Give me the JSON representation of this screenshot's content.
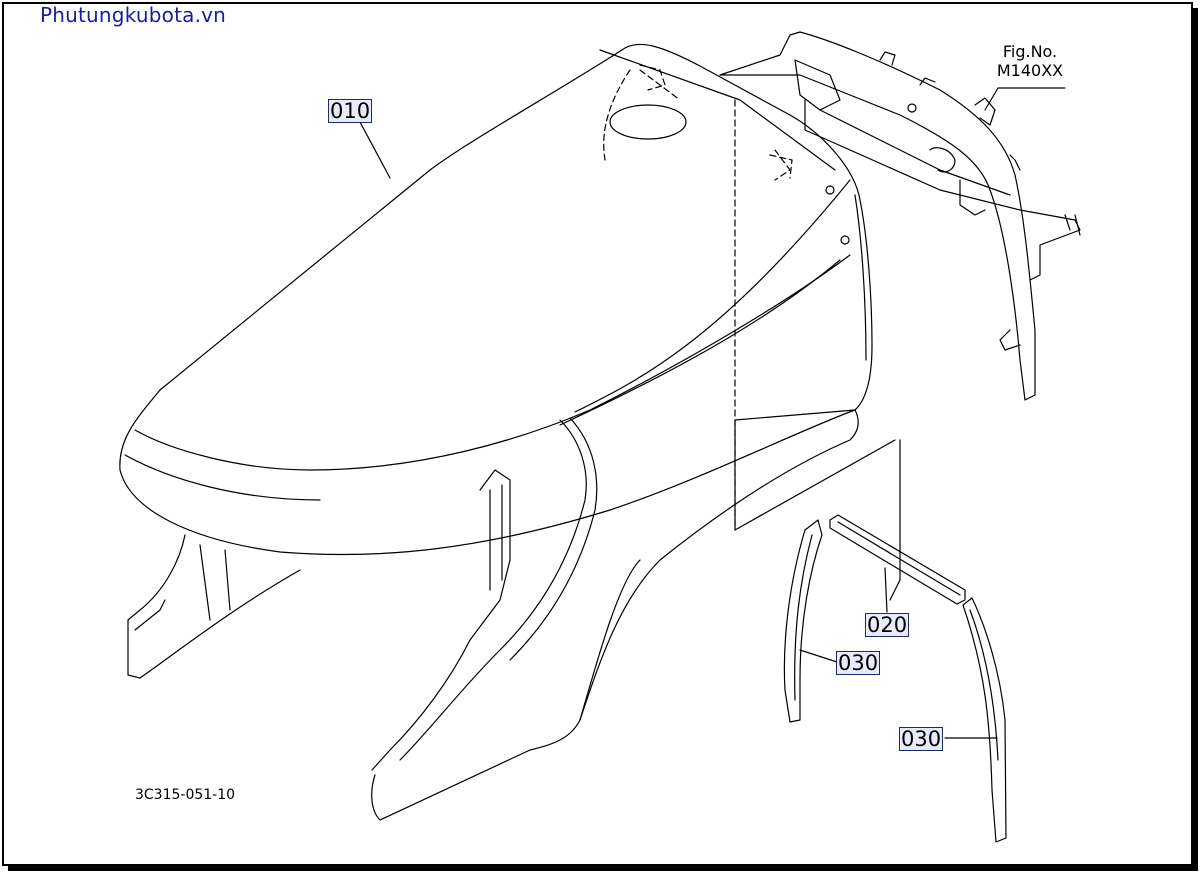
{
  "watermark": "Phutungkubota.vn",
  "figure": {
    "label": "Fig.No.",
    "number": "M140XX"
  },
  "callouts": {
    "part_010": "010",
    "part_020": "020",
    "part_030_left": "030",
    "part_030_right": "030"
  },
  "drawing_reference": "3C315-051-10"
}
